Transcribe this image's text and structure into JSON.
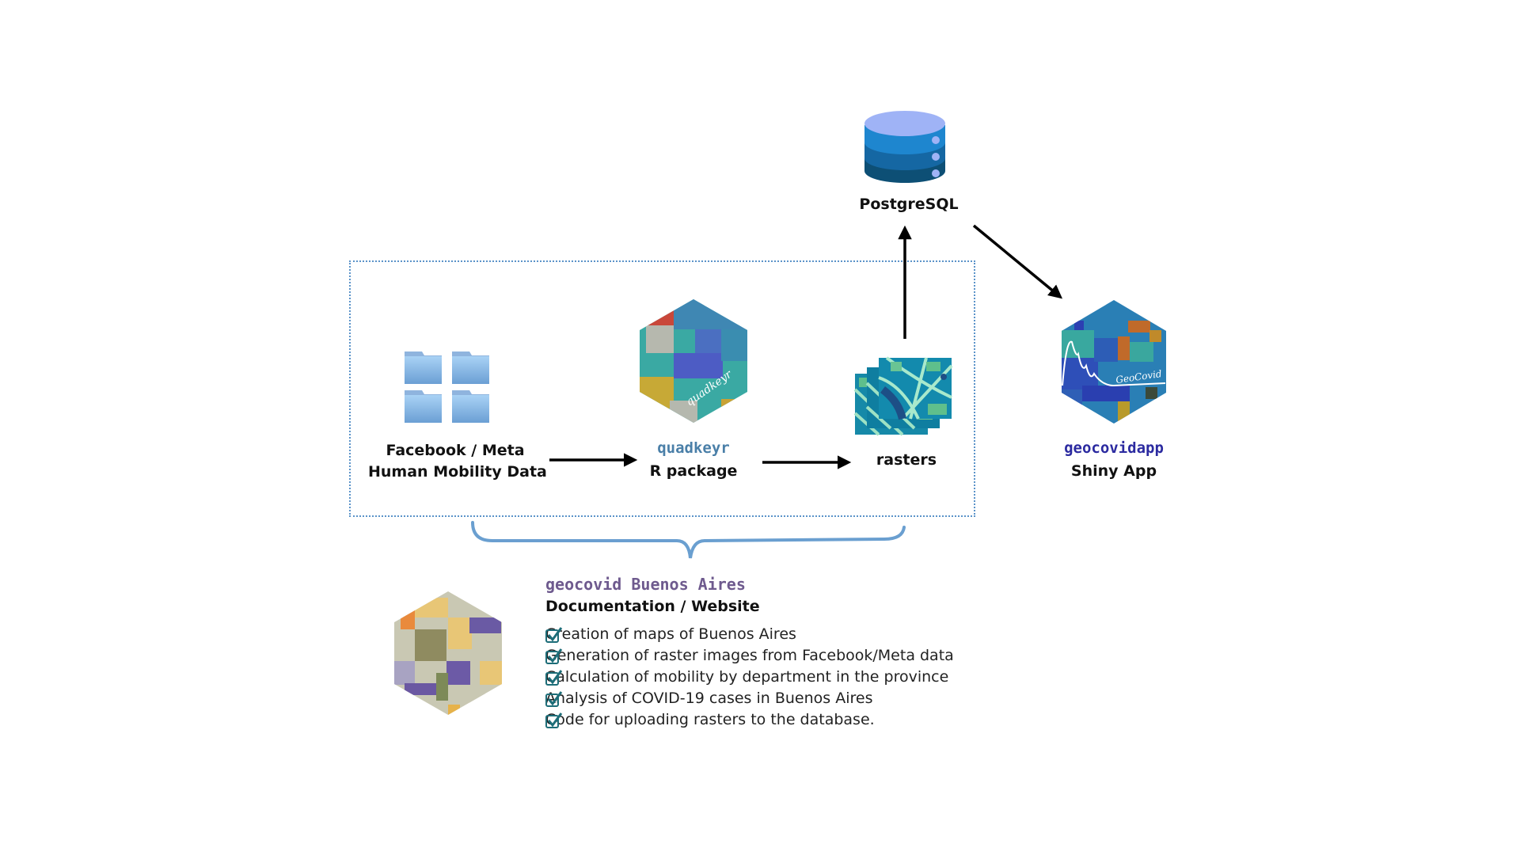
{
  "nodes": {
    "postgres": {
      "label": "PostgreSQL",
      "icon": "database-icon"
    },
    "facebook": {
      "line1": "Facebook / Meta",
      "line2": "Human Mobility Data",
      "icon": "folders-icon"
    },
    "quadkeyr": {
      "name": "quadkeyr",
      "sub": "R package",
      "icon": "quadkeyr-hex-logo",
      "hex_text": "quadkeyr"
    },
    "rasters": {
      "label": "rasters",
      "icon": "raster-maps-icon"
    },
    "geocovidapp": {
      "name": "geocovidapp",
      "sub": "Shiny App",
      "icon": "geocovidapp-hex-logo",
      "hex_text": "GeoCovid"
    }
  },
  "website": {
    "name": "geocovid Buenos Aires",
    "sub": "Documentation / Website",
    "icon": "geocovid-hex-logo",
    "items": [
      "Creation of maps of Buenos Aires",
      "Generation of raster images from Facebook/Meta data",
      "Calculation of mobility by department in the province",
      "Analysis of COVID-19 cases in Buenos Aires",
      "Code for uploading rasters to the database."
    ]
  },
  "colors": {
    "quadkeyr": "#4a7fa8",
    "geocovidapp": "#2b2aa0",
    "geocovid": "#6e5a8e",
    "box_border": "#5b93c9",
    "brace": "#6a9fd0",
    "check": "#1d6d78"
  }
}
